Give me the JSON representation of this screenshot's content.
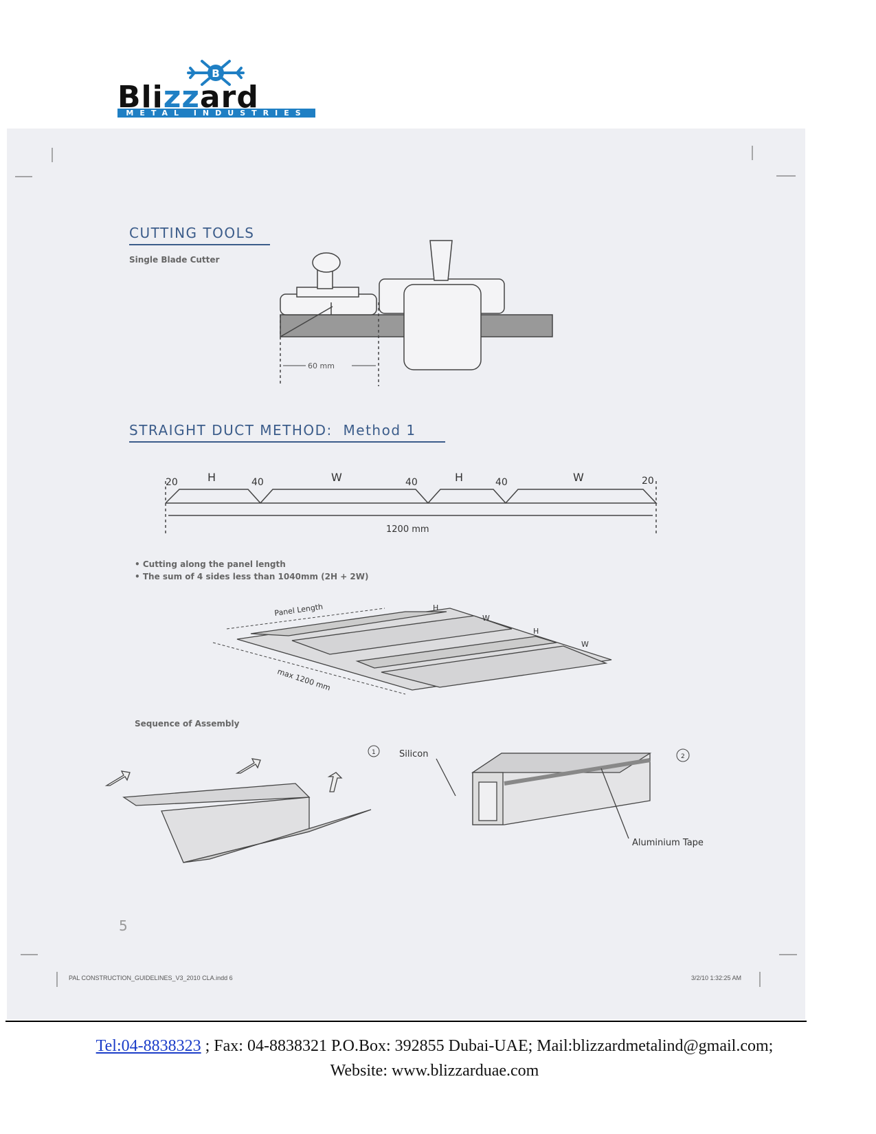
{
  "logo": {
    "name": "Blizzard",
    "tagline": "METAL INDUSTRIES",
    "emblem_letter": "B"
  },
  "cutting_tools": {
    "heading": "CUTTING TOOLS",
    "subheading": "Single Blade Cutter",
    "dimension": "60 mm"
  },
  "straight_duct": {
    "heading": "STRAIGHT DUCT METHOD:  Method 1",
    "profile_labels": [
      "20",
      "H",
      "40",
      "W",
      "40",
      "H",
      "40",
      "W",
      "20"
    ],
    "total": "1200 mm",
    "bullets": [
      "Cutting along the panel length",
      "The sum of 4 sides less than 1040mm (2H + 2W)"
    ],
    "panel": {
      "length_label": "Panel Length",
      "max_label": "max 1200 mm",
      "sides": [
        "H",
        "W",
        "H",
        "W"
      ]
    }
  },
  "assembly": {
    "heading": "Sequence of Assembly",
    "step1": "1",
    "step2": "2",
    "silicon": "Silicon",
    "tape": "Aluminium Tape"
  },
  "page_number": "5",
  "print_footer": {
    "file": "PAL CONSTRUCTION_GUIDELINES_V3_2010 CLA.indd  6",
    "timestamp": "3/2/10  1:32:25 AM"
  },
  "contact": {
    "tel": "Tel:04-8838323",
    "rest": " ; Fax: 04-8838321 P.O.Box: 392855 Dubai-UAE; Mail:blizzardmetalind@gmail.com;",
    "website": "Website: www.blizzarduae.com"
  }
}
